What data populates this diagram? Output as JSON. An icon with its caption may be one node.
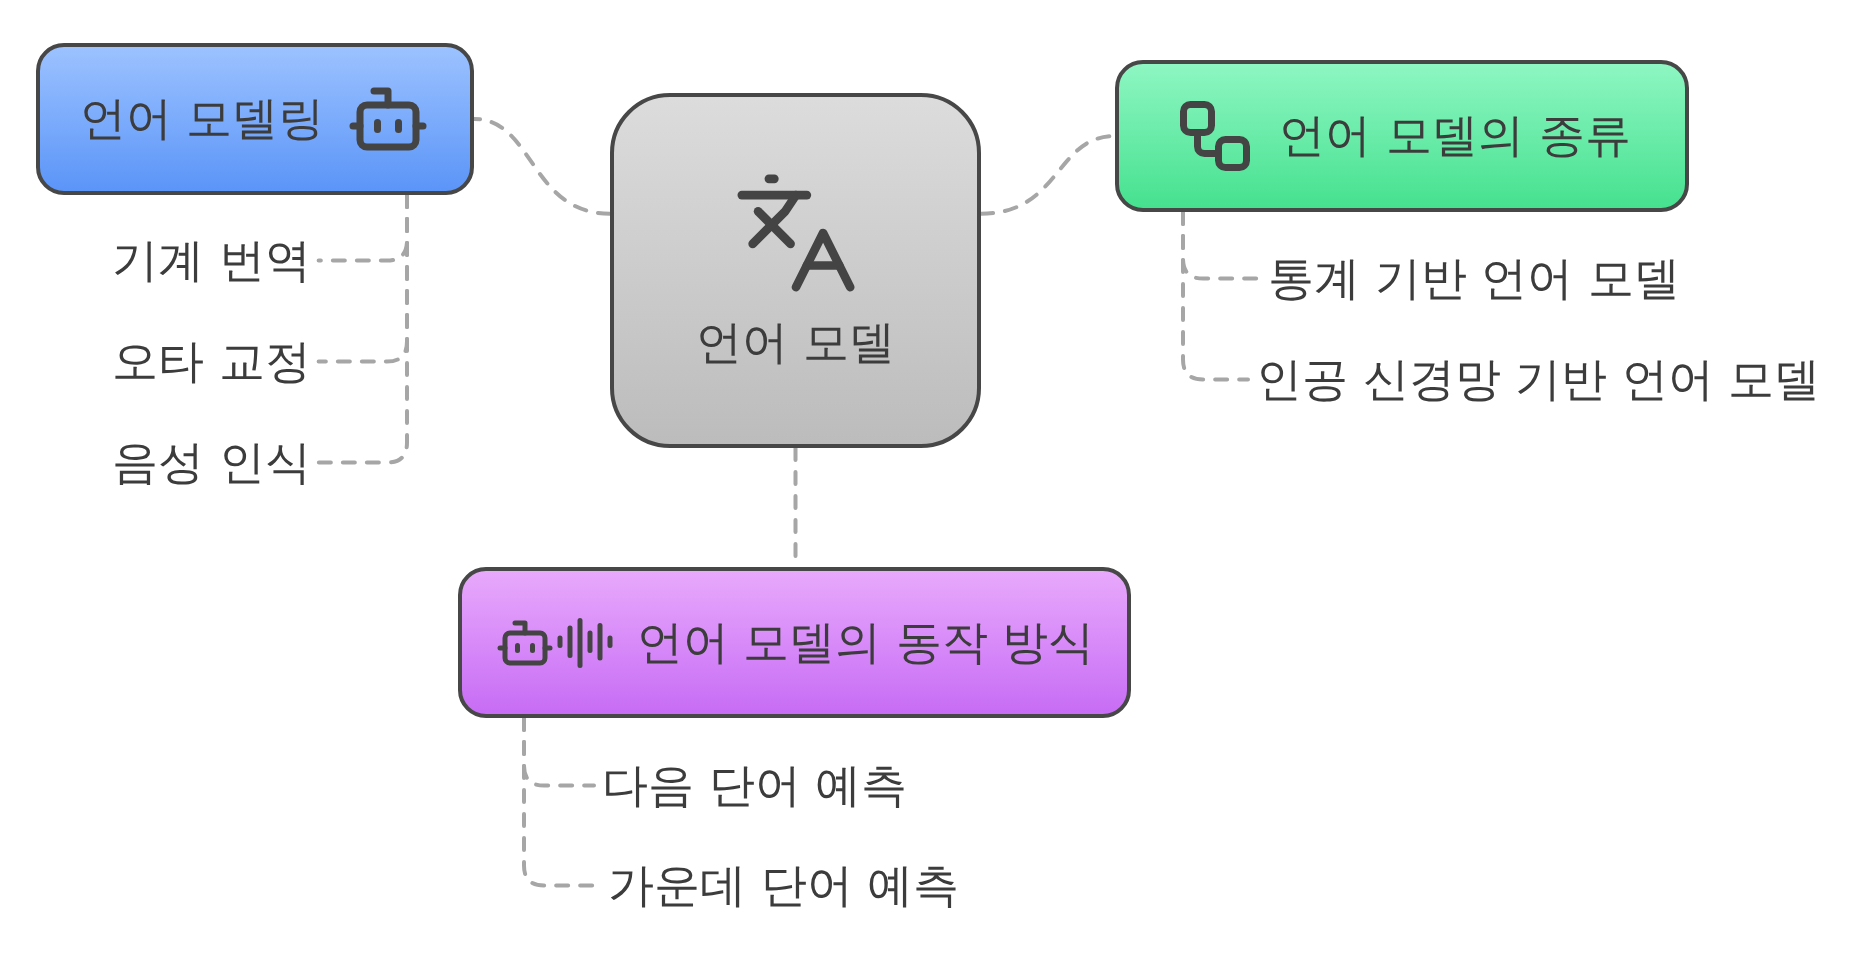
{
  "diagram": {
    "nodes": [
      {
        "text": [
          "언어 모델"
        ]
      },
      {
        "text": [
          "언어 모델링"
        ]
      },
      {
        "text": [
          "언어 모델의 종류"
        ]
      },
      {
        "text": [
          "언어 모델의 동작 방식"
        ]
      },
      {
        "text": [
          "기계 번역"
        ]
      },
      {
        "text": [
          "오타 교정"
        ]
      },
      {
        "text": [
          "음성 인식"
        ]
      },
      {
        "text": [
          "통계 기반 언어 모델"
        ]
      },
      {
        "text": [
          "인공 신경망 기반 언어 모델"
        ]
      },
      {
        "text": [
          "다음 단어 예측"
        ]
      },
      {
        "text": [
          "가운데 단어 예측"
        ]
      }
    ],
    "edges": [
      {
        "from": 0,
        "to": 1,
        "arrow": "none",
        "style": "dashed"
      },
      {
        "from": 0,
        "to": 2,
        "arrow": "none",
        "style": "dashed"
      },
      {
        "from": 0,
        "to": 3,
        "arrow": "none",
        "style": "dashed"
      },
      {
        "from": 1,
        "to": 4,
        "arrow": "none",
        "style": "dashed"
      },
      {
        "from": 1,
        "to": 5,
        "arrow": "none",
        "style": "dashed"
      },
      {
        "from": 1,
        "to": 6,
        "arrow": "none",
        "style": "dashed"
      },
      {
        "from": 2,
        "to": 7,
        "arrow": "none",
        "style": "dashed"
      },
      {
        "from": 2,
        "to": 8,
        "arrow": "none",
        "style": "dashed"
      },
      {
        "from": 3,
        "to": 9,
        "arrow": "none",
        "style": "dashed"
      },
      {
        "from": 3,
        "to": 10,
        "arrow": "none",
        "style": "dashed"
      }
    ]
  }
}
